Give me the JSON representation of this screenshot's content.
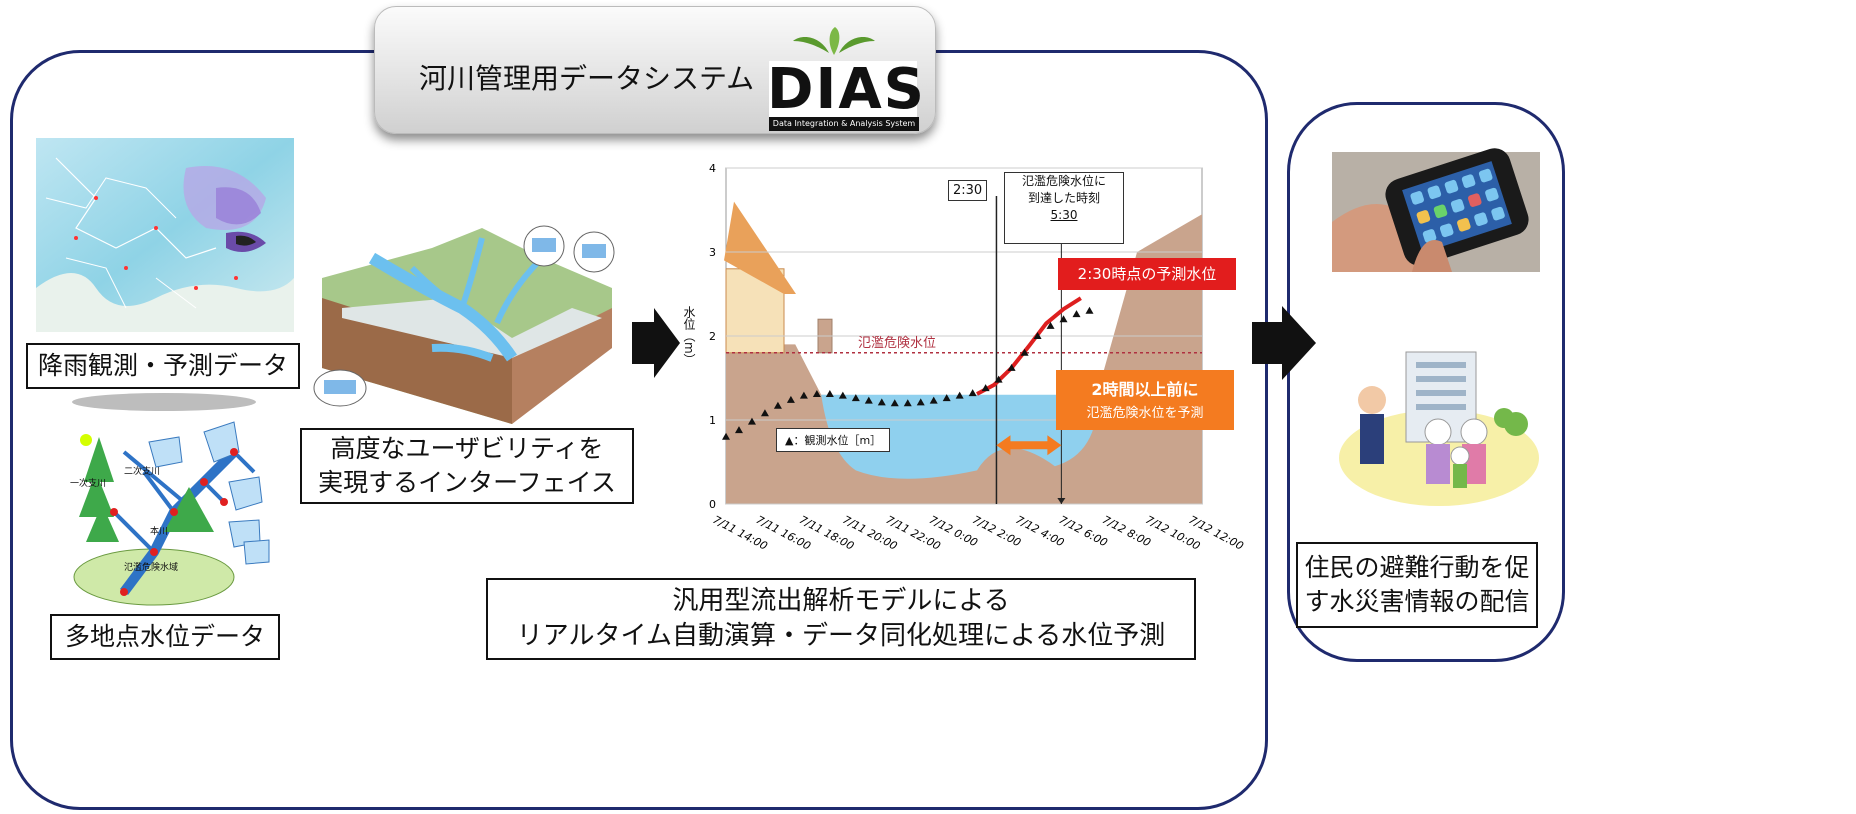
{
  "header": {
    "system_title": "河川管理用データシステム",
    "logo_text": "DIAS",
    "logo_subtitle": "Data Integration & Analysis System"
  },
  "left_panel": {
    "rain_label": "降雨観測・予測データ",
    "waterlevel_label": "多地点水位データ",
    "river_map_labels": [
      "一次支川",
      "二次支川",
      "本川",
      "氾濫危険水域"
    ],
    "interface_label": "高度なユーザビリティを\n実現するインターフェイス",
    "model_label": "汎用型流出解析モデルによる\nリアルタイム自動演算・データ同化処理による水位予測"
  },
  "right_panel": {
    "distribution_label": "住民の避難行動を促\nす水災害情報の配信"
  },
  "chart": {
    "now_label": "2:30",
    "reach_time_label": "氾濫危険水位に\n到達した時刻",
    "reach_time_value": "5:30",
    "forecast_label": "2:30時点の予測水位",
    "danger_line_label": "氾濫危険水位",
    "advance_label_1": "2時間以上前に",
    "advance_label_2": "氾濫危険水位を予測",
    "observed_legend": "▲：観測水位［m］"
  },
  "chart_data": {
    "type": "line",
    "ylabel": "水位（m）",
    "ylim": [
      0,
      4
    ],
    "yticks": [
      0,
      1,
      2,
      3,
      4
    ],
    "x_categories": [
      "7/11 14:00",
      "7/11 16:00",
      "7/11 18:00",
      "7/11 20:00",
      "7/11 22:00",
      "7/12 0:00",
      "7/12 2:00",
      "7/12 4:00",
      "7/12 6:00",
      "7/12 8:00",
      "7/12 10:00",
      "7/12 12:00"
    ],
    "danger_level": 1.8,
    "series": [
      {
        "name": "観測水位",
        "color": "#111111",
        "marker": "triangle",
        "x": [
          0,
          0.3,
          0.6,
          0.9,
          1.2,
          1.5,
          1.8,
          2.1,
          2.4,
          2.7,
          3.0,
          3.3,
          3.6,
          3.9,
          4.2,
          4.5,
          4.8,
          5.1,
          5.4,
          5.7,
          6.0,
          6.3,
          6.6,
          6.9,
          7.2,
          7.5,
          7.8,
          8.1,
          8.4
        ],
        "y": [
          0.8,
          0.88,
          0.98,
          1.08,
          1.17,
          1.24,
          1.29,
          1.31,
          1.31,
          1.29,
          1.26,
          1.23,
          1.21,
          1.2,
          1.2,
          1.21,
          1.23,
          1.26,
          1.29,
          1.32,
          1.38,
          1.48,
          1.62,
          1.8,
          2.0,
          2.12,
          2.2,
          2.26,
          2.3
        ]
      },
      {
        "name": "2:30時点の予測水位",
        "color": "#dd1f1f",
        "x": [
          5.8,
          6.2,
          6.6,
          7.0,
          7.4,
          7.8,
          8.2
        ],
        "y": [
          1.31,
          1.42,
          1.62,
          1.88,
          2.15,
          2.32,
          2.45
        ]
      }
    ],
    "now_x": 6.25,
    "reach_x": 7.75
  },
  "colors": {
    "panel_border": "#1f2a6e",
    "forecast_red": "#dd1f1f",
    "advance_orange": "#f47b20",
    "water_blue": "#8fd0ee",
    "ground_brown": "#c9a48d",
    "danger_line": "#b03040"
  },
  "icons": [
    "radar-map-image",
    "river-network-icon",
    "terrain-3d-illustration",
    "smartphone-image",
    "evacuation-illustration",
    "right-arrow-icon"
  ]
}
